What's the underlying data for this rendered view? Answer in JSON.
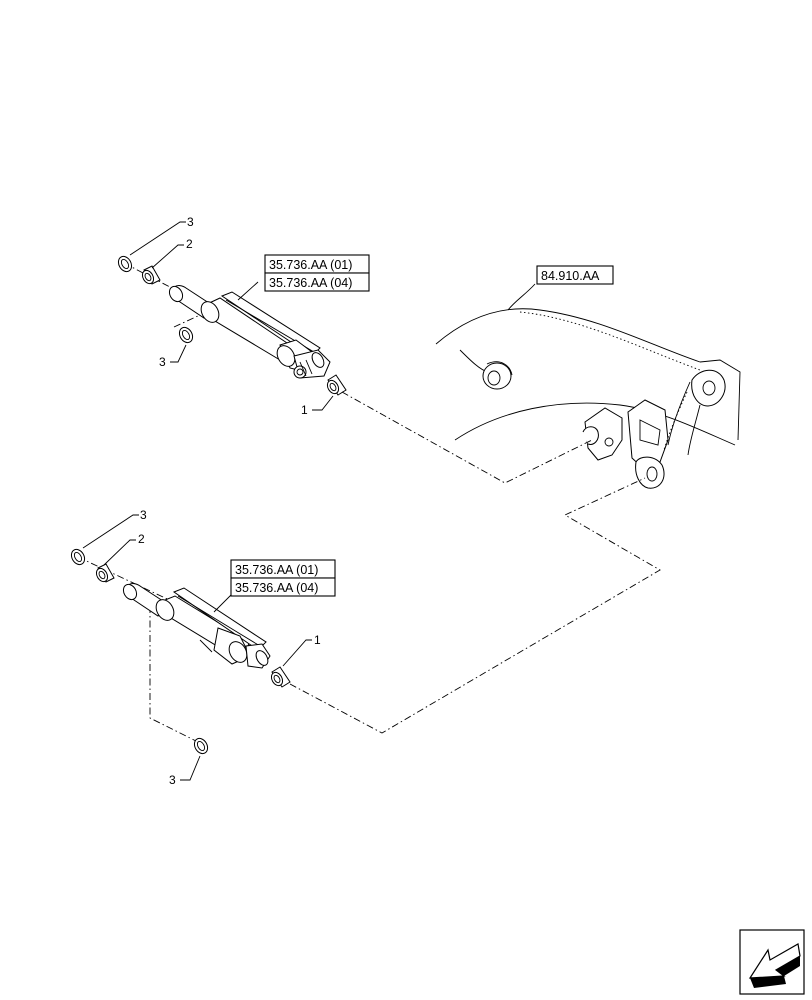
{
  "references": {
    "upper_cylinder": [
      "35.736.AA (01)",
      "35.736.AA (04)"
    ],
    "lower_cylinder": [
      "35.736.AA (01)",
      "35.736.AA (04)"
    ],
    "boom": "84.910.AA"
  },
  "callouts": {
    "upper_ring_top": "3",
    "upper_bushing_top": "2",
    "upper_ring_bottom": "3",
    "upper_bushing_end": "1",
    "lower_ring_top": "3",
    "lower_bushing_top": "2",
    "lower_bushing_end": "1",
    "lower_ring_bottom": "3"
  },
  "icons": {
    "navigation": "back-arrow-icon"
  }
}
